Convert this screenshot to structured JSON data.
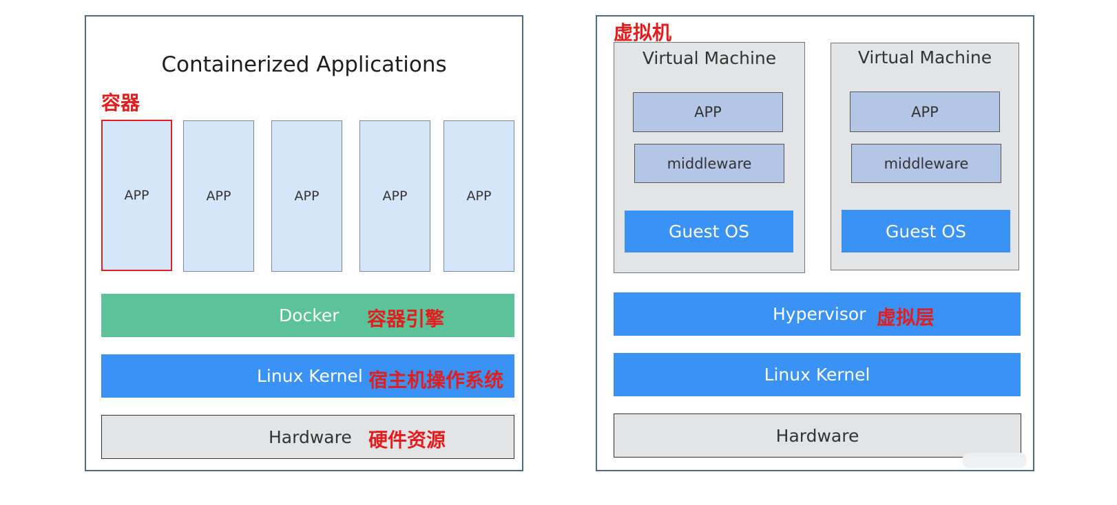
{
  "left": {
    "title": "Containerized Applications",
    "container_label": "容器",
    "apps": [
      "APP",
      "APP",
      "APP",
      "APP",
      "APP"
    ],
    "docker": {
      "label": "Docker",
      "note": "容器引擎"
    },
    "kernel": {
      "label": "Linux Kernel",
      "note": "宿主机操作系统"
    },
    "hardware": {
      "label": "Hardware",
      "note": "硬件资源"
    }
  },
  "right": {
    "vm_label": "虚拟机",
    "vms": [
      {
        "title": "Virtual Machine",
        "app": "APP",
        "middleware": "middleware",
        "os": "Guest OS"
      },
      {
        "title": "Virtual Machine",
        "app": "APP",
        "middleware": "middleware",
        "os": "Guest OS"
      }
    ],
    "hypervisor": {
      "label": "Hypervisor",
      "note": "虚拟层"
    },
    "kernel": {
      "label": "Linux Kernel"
    },
    "hardware": {
      "label": "Hardware"
    }
  },
  "colors": {
    "highlight": "#e21d1d",
    "docker_green": "#5cc29a",
    "layer_blue": "#3a93f4",
    "app_light_blue": "#d6e6fa",
    "vm_gray": "#e3e4e5",
    "vm_inner_blue": "#b3c6e6"
  }
}
